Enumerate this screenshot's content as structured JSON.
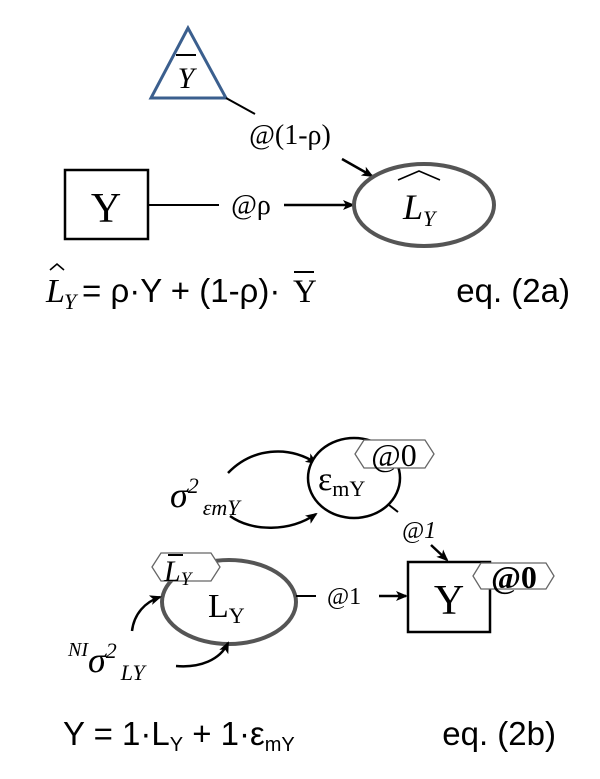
{
  "diagram_a": {
    "triangle_node": {
      "symbol": "Y",
      "decoration": "bar"
    },
    "box_node": {
      "label": "Y"
    },
    "ellipse_node": {
      "symbol": "L",
      "subscript": "Y",
      "decoration": "hat"
    },
    "path_from_triangle": {
      "label": "@(1-ρ)"
    },
    "path_from_box": {
      "label": "@ρ"
    },
    "equation": {
      "lhs_symbol": "L",
      "lhs_subscript": "Y",
      "rhs": "= ρ·Y + (1-ρ)·",
      "rhs_bar_symbol": "Y",
      "tag": "eq. (2a)"
    }
  },
  "diagram_b": {
    "error_node": {
      "symbol": "ε",
      "subscript": "mY"
    },
    "error_mean_tag": {
      "label": "@0"
    },
    "error_variance": {
      "symbol": "σ",
      "superscript": "2",
      "subscript": "εmY"
    },
    "error_path": {
      "label": "@1"
    },
    "latent_node": {
      "symbol": "L",
      "subscript": "Y"
    },
    "latent_mean_tag": {
      "symbol": "L",
      "subscript": "Y",
      "decoration": "bar"
    },
    "latent_variance": {
      "prefix": "NI",
      "symbol": "σ",
      "superscript": "2",
      "subscript": "LY"
    },
    "latent_path": {
      "label": "@1"
    },
    "observed_node": {
      "label": "Y"
    },
    "observed_mean_tag": {
      "label": "@0"
    },
    "equation": {
      "text_1": "Y = 1·L",
      "sub_1": "Y",
      "text_2": " + 1·ε",
      "sub_2": "mY",
      "tag": "eq. (2b)"
    }
  },
  "colors": {
    "triangle_stroke": "#3B5F8E",
    "latent_stroke": "#555555",
    "ink": "#000000",
    "hexagon_stroke": "#666666"
  }
}
